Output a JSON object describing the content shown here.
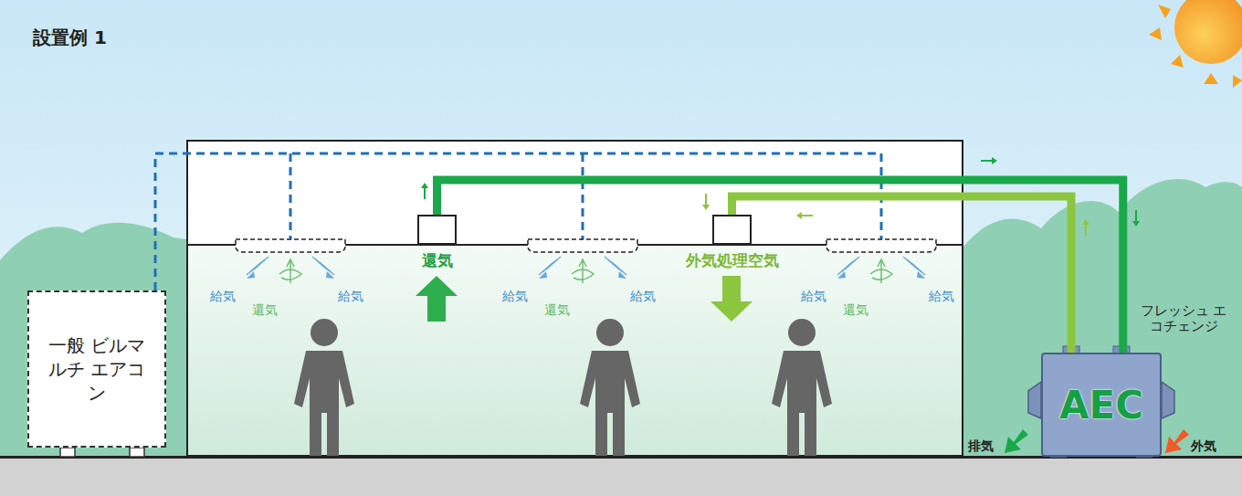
{
  "diagram": {
    "title": "設置例 1",
    "nodes": [
      {
        "text": [
          "一般 ビルマルチ エアコン"
        ]
      },
      {
        "text": [
          "還気"
        ]
      },
      {
        "text": [
          "外気処理空気"
        ]
      },
      {
        "text": [
          "AEC"
        ]
      }
    ],
    "edges": [
      {
        "from": 1,
        "to": 3,
        "arrow": "none"
      },
      {
        "from": 3,
        "to": 2,
        "arrow": "none"
      }
    ],
    "labels": [
      "給気",
      "還気",
      "給気",
      "給気",
      "還気",
      "給気",
      "給気",
      "還気",
      "給気",
      "フレッシュ エコチェンジ",
      "排気",
      "外気"
    ]
  }
}
